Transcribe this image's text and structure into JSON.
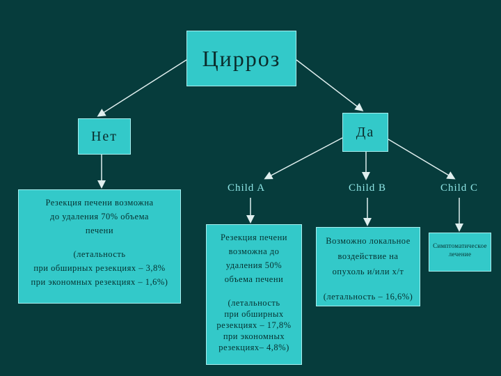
{
  "root": {
    "label": "Цирроз"
  },
  "branches": {
    "no": {
      "label": "Нет"
    },
    "yes": {
      "label": "Да"
    }
  },
  "no_detail": {
    "line1": "Резекция печени возможна\nдо удаления 70% объема\nпечени",
    "line2": "(летальность\nпри обширных резекциях – 3,8%\nпри экономных резекциях – 1,6%)"
  },
  "classes": {
    "a": {
      "label": "Child A",
      "text": "Резекция печени\nвозможна до\nудаления 50%\nобъема печени",
      "mortality": "(летальность\nпри обширных\nрезекциях – 17,8%\nпри экономных\nрезекциях– 4,8%)"
    },
    "b": {
      "label": "Child B",
      "text": "Возможно локальное\nвоздействие на\nопухоль и/или х/т",
      "mortality": "(летальность – 16,6%)"
    },
    "c": {
      "label": "Child C",
      "text": "Симптоматическое\nлечение"
    }
  },
  "colors": {
    "background": "#063c3c",
    "box_fill": "#33c9c9",
    "box_border": "#a8f0f0",
    "arrow": "#dfeeee"
  }
}
